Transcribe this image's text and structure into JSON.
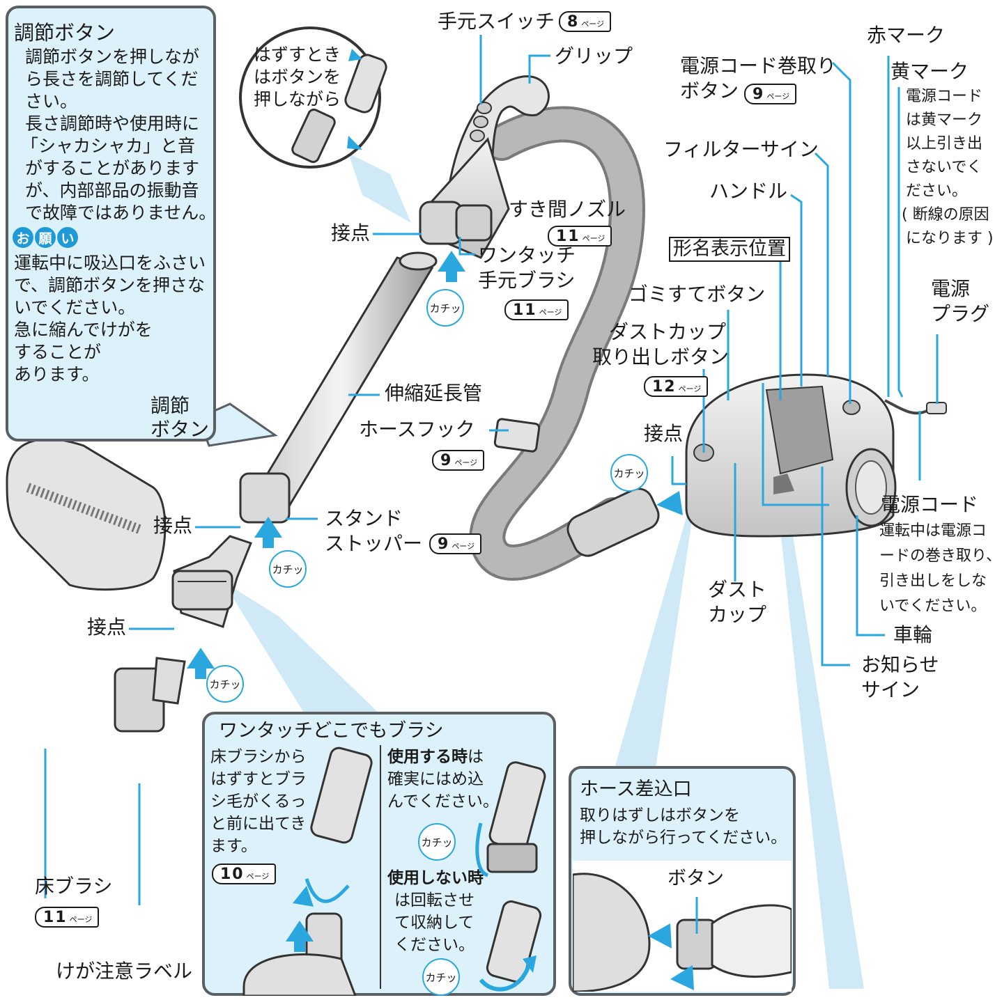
{
  "adjust_panel": {
    "title": "調節ボタン",
    "lines": [
      "調節ボタンを押しなが",
      "ら長さを調節してくだ",
      "さい。",
      "長さ調節時や使用時に",
      "「シャカシャカ」と音",
      "がすることがあります",
      "が、内部部品の振動音",
      "で故障ではありません。"
    ],
    "onegai": [
      "お",
      "願",
      "い"
    ],
    "warning_lines": [
      "運転中に吸込口をふさい",
      "で、調節ボタンを押さな",
      "いでください。",
      "急に縮んでけがを",
      "することが",
      "あります。"
    ],
    "button_label": [
      "調節",
      "ボタン"
    ]
  },
  "release_bubble": [
    "はずすとき",
    "はボタンを",
    "押しながら"
  ],
  "click": "カチッ",
  "page_suffix": "ページ",
  "labels": {
    "hand_switch": "手元スイッチ",
    "hand_switch_page": "8",
    "grip": "グリップ",
    "crevice_nozzle": "すき間ノズル",
    "crevice_nozzle_page": "11",
    "contact": "接点",
    "one_touch_brush": [
      "ワンタッチ",
      "手元ブラシ"
    ],
    "one_touch_brush_page": "11",
    "telescopic_pipe": "伸縮延長管",
    "hose_hook": "ホースフック",
    "hose_hook_page": "9",
    "stand_stopper": [
      "スタンド",
      "ストッパー"
    ],
    "stand_stopper_page": "9",
    "cord_rewind": [
      "電源コード巻取り",
      "ボタン"
    ],
    "cord_rewind_page": "9",
    "red_mark": "赤マーク",
    "yellow_mark": "黄マーク",
    "yellow_note": [
      "電源コード",
      "は黄マーク",
      "以上引き出",
      "さないでく",
      "ださい。",
      "( 断線の原因",
      "になります )"
    ],
    "filter_sign": "フィルターサイン",
    "handle": "ハンドル",
    "model_position": "形名表示位置",
    "garbage_button": "ゴミすてボタン",
    "dust_cup_button": [
      "ダストカップ",
      "取り出しボタン"
    ],
    "dust_cup_button_page": "12",
    "plug": [
      "電源",
      "プラグ"
    ],
    "power_cord": "電源コード",
    "power_cord_note": [
      "運転中は電源コ",
      "ードの巻き取り、",
      "引き出しをしな",
      "いでください。"
    ],
    "dust_cup": [
      "ダスト",
      "カップ"
    ],
    "wheel": "車輪",
    "notice_sign": [
      "お知らせ",
      "サイン"
    ],
    "floor_brush": "床ブラシ",
    "floor_brush_page": "11",
    "injury_label": "けが注意ラベル"
  },
  "brush_panel": {
    "title": "ワンタッチどこでもブラシ",
    "left_lines": [
      "床ブラシから",
      "はずすとブラ",
      "シ毛がくるっ",
      "と前に出てき",
      "ます。"
    ],
    "left_page": "10",
    "use_bold": "使用する時",
    "use_rest": "は",
    "use_lines": [
      "確実にはめ込",
      "んでください。"
    ],
    "notuse_bold": "使用しない時",
    "notuse_lines": [
      "は回転させ",
      "て収納して",
      "ください。"
    ]
  },
  "hose_panel": {
    "title": "ホース差込口",
    "lines": [
      "取りはずしはボタンを",
      "押しながら行ってください。"
    ],
    "button": "ボタン"
  }
}
